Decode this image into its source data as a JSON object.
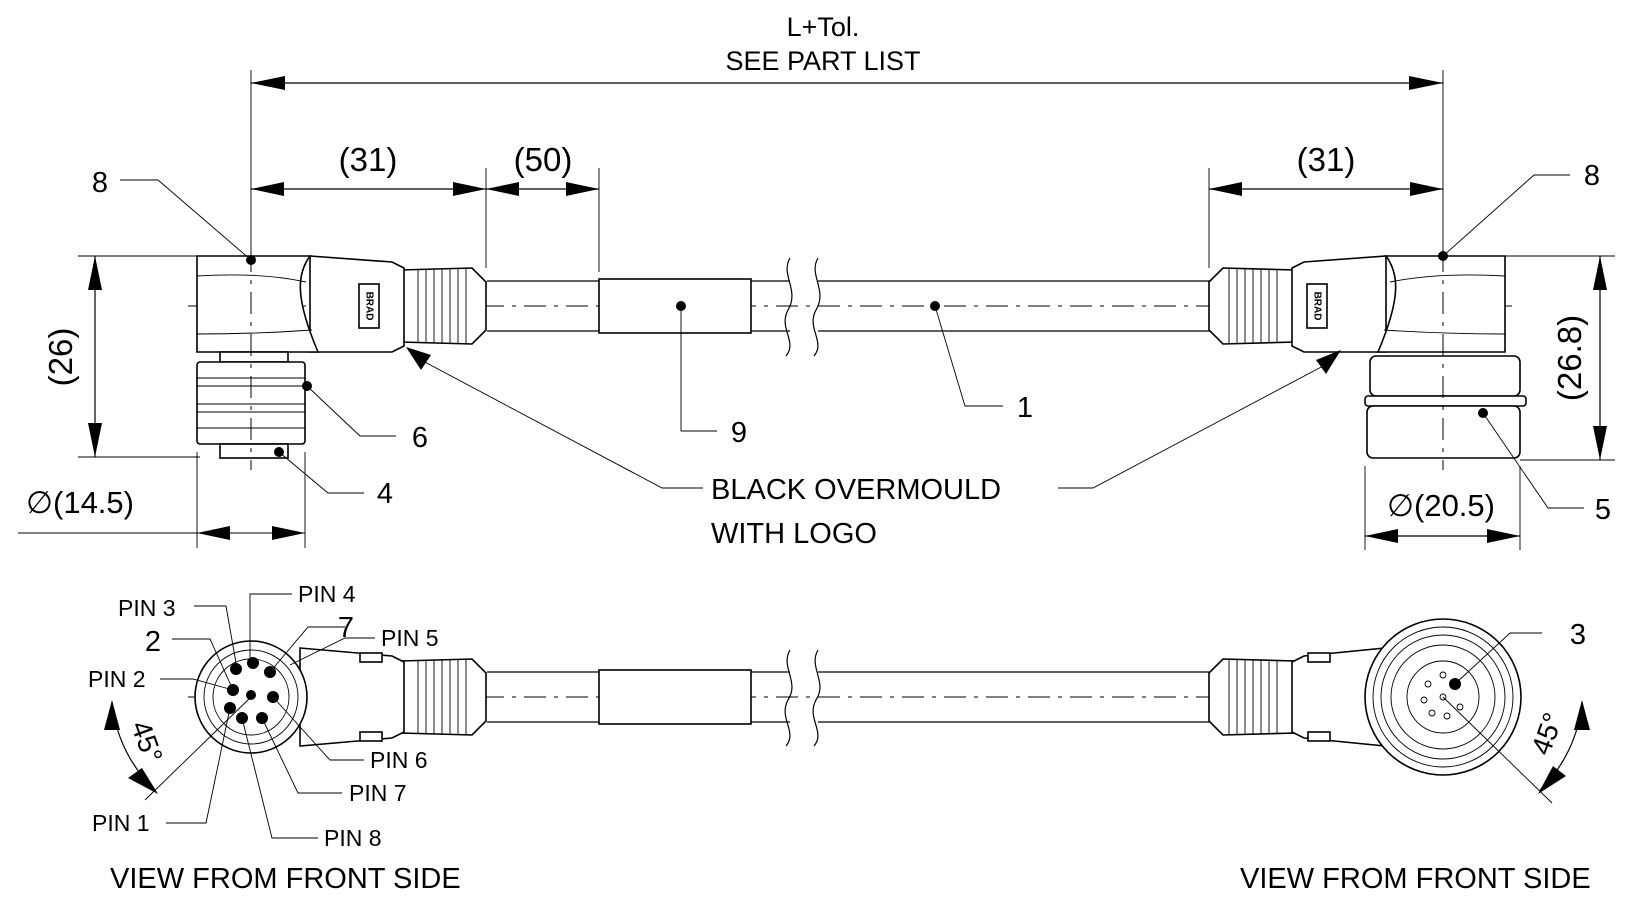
{
  "dimensions": {
    "overall_line1": "L+Tol.",
    "overall_line2": "SEE PART LIST",
    "left_31": "(31)",
    "left_50": "(50)",
    "right_31": "(31)",
    "height_left": "(26)",
    "height_right": "(26.8)",
    "dia_left": "∅(14.5)",
    "dia_right": "∅(20.5)",
    "angle_left": "45°",
    "angle_right": "45°"
  },
  "callouts": {
    "item_1": "1",
    "item_2": "2",
    "item_3": "3",
    "item_4": "4",
    "item_5": "5",
    "item_6": "6",
    "item_7": "7",
    "item_8_left": "8",
    "item_8_right": "8",
    "item_9": "9",
    "overmould_line1": "BLACK OVERMOULD",
    "overmould_line2": "WITH LOGO"
  },
  "pins": {
    "pin1": "PIN 1",
    "pin2": "PIN 2",
    "pin3": "PIN 3",
    "pin4": "PIN 4",
    "pin5": "PIN 5",
    "pin6": "PIN 6",
    "pin7": "PIN 7",
    "pin8": "PIN 8"
  },
  "views": {
    "left_caption": "VIEW FROM FRONT SIDE",
    "right_caption": "VIEW FROM FRONT SIDE"
  },
  "logo": "BRAD"
}
